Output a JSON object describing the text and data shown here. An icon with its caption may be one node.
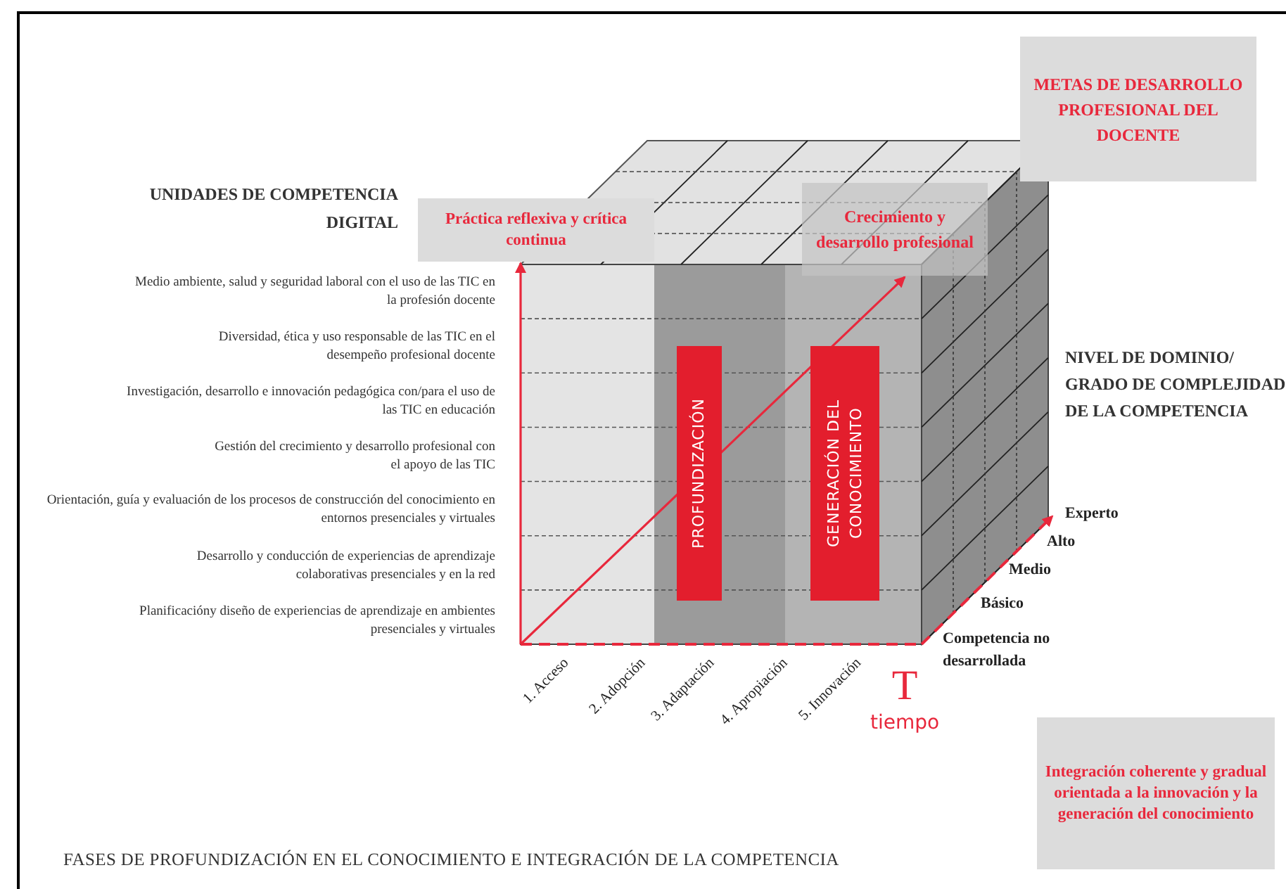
{
  "diagram": {
    "caption": "FASES DE PROFUNDIZACIÓN EN EL CONOCIMIENTO E INTEGRACIÓN DE LA COMPETENCIA",
    "nodes": [
      {
        "text": [
          "METAS DE DESARROLLO PROFESIONAL DEL DOCENTE"
        ]
      },
      {
        "text": [
          "Práctica reflexiva y crítica continua"
        ]
      },
      {
        "text": [
          "Crecimiento y desarrollo profesional"
        ]
      },
      {
        "text": [
          "PROFUNDIZACIÓN"
        ]
      },
      {
        "text": [
          "GENERACIÓN DEL CONOCIMIENTO"
        ]
      },
      {
        "text": [
          "Integración coherente y gradual orientada a la innovación y la generación del conocimiento"
        ]
      }
    ],
    "edges": [
      {
        "from": null,
        "to": 1,
        "arrow": "to"
      },
      {
        "from": null,
        "to": 2,
        "arrow": "to"
      }
    ],
    "labels": [
      "UNIDADES DE COMPETENCIA DIGITAL",
      "Medio ambiente, salud y seguridad laboral con el uso de las TIC en la profesión docente",
      "Diversidad, ética y uso responsable de las TIC en el desempeño profesional docente",
      "Investigación, desarrollo e innovación pedagógica con/para el uso de las TIC en educación",
      "Gestión del crecimiento y desarrollo profesional con el apoyo de las TIC",
      "Orientación, guía y evaluación de los procesos de construcción del conocimiento en entornos presenciales y virtuales",
      "Desarrollo y conducción de experiencias de aprendizaje colaborativas presenciales y en la red",
      "Planificacióny diseño de experiencias de aprendizaje en ambientes presenciales y virtuales",
      "NIVEL DE DOMINIO/ GRADO DE COMPLEJIDAD DE LA COMPETENCIA",
      "Experto",
      "Alto",
      "Medio",
      "Básico",
      "Competencia no desarrollada",
      "1. Acceso",
      "2. Adopción",
      "3. Adaptación",
      "4. Apropiación",
      "5. Innovación",
      "T",
      "tiempo"
    ]
  }
}
